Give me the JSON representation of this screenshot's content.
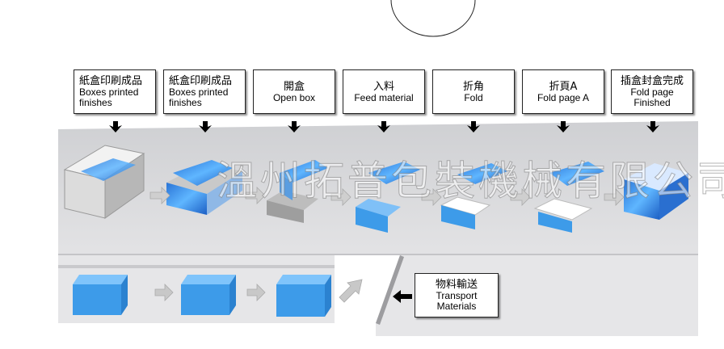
{
  "steps": [
    {
      "zh": "紙盒印刷成品",
      "en1": "Boxes printed",
      "en2": "finishes"
    },
    {
      "zh": "紙盒印刷成品",
      "en1": "Boxes printed",
      "en2": "finishes"
    },
    {
      "zh": "開盒",
      "en1": "Open box",
      "en2": ""
    },
    {
      "zh": "入料",
      "en1": "Feed material",
      "en2": ""
    },
    {
      "zh": "折角",
      "en1": "Fold",
      "en2": ""
    },
    {
      "zh": "折頁A",
      "en1": "Fold page A",
      "en2": ""
    },
    {
      "zh": "插盒封盒完成",
      "en1": "Fold page",
      "en2": "Finished"
    }
  ],
  "transport": {
    "zh": "物料輸送",
    "en1": "Transport",
    "en2": "Materials"
  },
  "watermark": "溫州拓普包裝機械有限公司",
  "colors": {
    "conveyor": "#d9d9db",
    "conveyor_shadow": "#b9b9bc",
    "material_blue": "#3d9be9",
    "arrow_gray": "#c8c8c8"
  }
}
